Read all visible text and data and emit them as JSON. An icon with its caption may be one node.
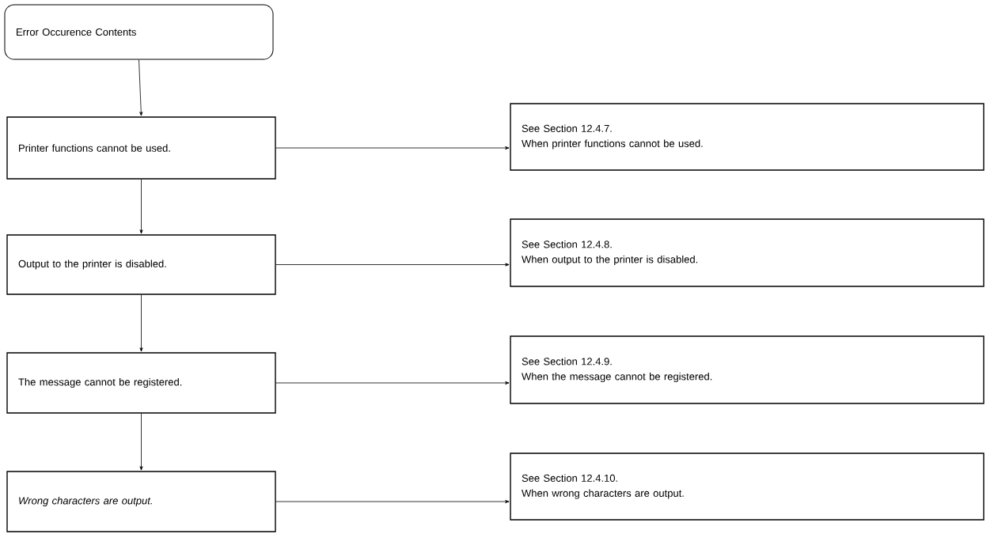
{
  "diagram": {
    "nodes": [
      {
        "text": [
          "Error Occurence Contents"
        ]
      },
      {
        "text": [
          "Printer functions cannot be used."
        ]
      },
      {
        "text": [
          "Output to the printer is disabled."
        ]
      },
      {
        "text": [
          "The message cannot be registered."
        ]
      },
      {
        "text": [
          "Wrong characters are output."
        ]
      },
      {
        "text": [
          "See Section 12.4.7.",
          "When printer functions cannot be used."
        ]
      },
      {
        "text": [
          "See Section 12.4.8.",
          "When output to the printer is disabled."
        ]
      },
      {
        "text": [
          "See Section 12.4.9.",
          "When the message cannot be registered."
        ]
      },
      {
        "text": [
          "See Section 12.4.10.",
          "When wrong characters are output."
        ]
      }
    ],
    "edges": [
      {
        "from": 0,
        "to": 1,
        "arrow": "to"
      },
      {
        "from": 1,
        "to": 2,
        "arrow": "to"
      },
      {
        "from": 2,
        "to": 3,
        "arrow": "to"
      },
      {
        "from": 3,
        "to": 4,
        "arrow": "to"
      },
      {
        "from": 1,
        "to": 5,
        "arrow": "to"
      },
      {
        "from": 2,
        "to": 6,
        "arrow": "to"
      },
      {
        "from": 3,
        "to": 7,
        "arrow": "to"
      },
      {
        "from": 4,
        "to": 8,
        "arrow": "to"
      }
    ]
  }
}
